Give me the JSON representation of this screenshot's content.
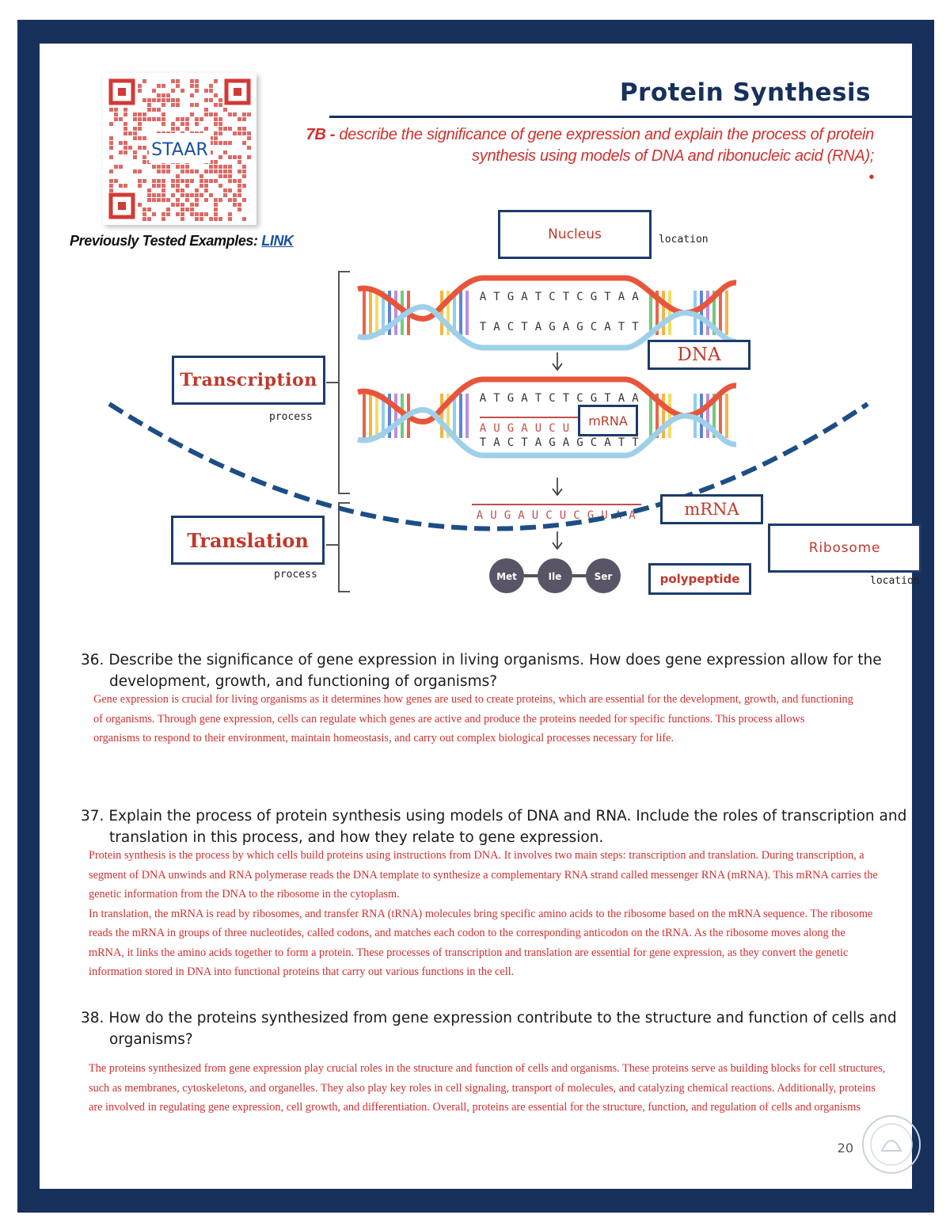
{
  "header": {
    "qr_label": "STAAR",
    "title": "Protein Synthesis",
    "standard_code": "7B -",
    "standard_text": "describe the significance of gene expression and explain the process of protein synthesis using models of DNA and ribonucleic acid (RNA);",
    "standard_tail": "•",
    "previously_tested_label": "Previously Tested Examples:",
    "previously_tested_link": "LINK"
  },
  "diagram": {
    "nucleus_label": "Nucleus",
    "nucleus_caption": "location",
    "dna_label": "DNA",
    "transcription_label": "Transcription",
    "transcription_caption": "process",
    "mrna_label_1": "mRNA",
    "mrna_label_2": "mRNA",
    "translation_label": "Translation",
    "translation_caption": "process",
    "ribosome_label": "Ribosome",
    "ribosome_caption": "location",
    "polypeptide_label": "polypeptide",
    "top_strand": [
      "A",
      "T",
      "G",
      "A",
      "T",
      "C",
      "T",
      "C",
      "G",
      "T",
      "A",
      "A"
    ],
    "bottom_strand": [
      "T",
      "A",
      "C",
      "T",
      "A",
      "G",
      "A",
      "G",
      "C",
      "A",
      "T",
      "T"
    ],
    "rna_partial": [
      "A",
      "U",
      "G",
      "A",
      "U",
      "C",
      "U"
    ],
    "rna_full": [
      "A",
      "U",
      "G",
      "A",
      "U",
      "C",
      "U",
      "C",
      "G",
      "U",
      "A",
      "A"
    ],
    "amino_acids": [
      "Met",
      "Ile",
      "Ser"
    ]
  },
  "questions": [
    {
      "number": "36.",
      "text": "Describe the significance of gene expression in living organisms. How does gene expression allow for the development, growth, and functioning of organisms?",
      "answer": [
        "Gene expression is crucial for living organisms as it determines how genes are used to create proteins, which are essential for the development, growth, and functioning of organisms. Through gene expression, cells can regulate which genes are active and produce the proteins needed for specific functions. This process allows organisms to respond to their environment, maintain homeostasis, and carry out complex biological processes necessary for life."
      ]
    },
    {
      "number": "37.",
      "text": "Explain the process of protein synthesis using models of DNA and RNA. Include the roles of transcription and translation in this process, and how they relate to gene expression.",
      "answer": [
        "Protein synthesis is the process by which cells build proteins using instructions from DNA. It involves two main steps: transcription and translation. During transcription, a segment of DNA unwinds and RNA polymerase reads the DNA template to synthesize a complementary RNA strand called messenger RNA (mRNA). This mRNA carries the genetic information from the DNA to the ribosome in the cytoplasm.",
        "In translation, the mRNA is read by ribosomes, and transfer RNA (tRNA) molecules bring specific amino acids to the ribosome based on the mRNA sequence. The ribosome reads the mRNA in groups of three nucleotides, called codons, and matches each codon to the corresponding anticodon on the tRNA. As the ribosome moves along the mRNA, it links the amino acids together to form a protein. These processes of transcription and translation are essential for gene expression, as they convert the genetic information stored in DNA into functional proteins that carry out various functions in the cell."
      ]
    },
    {
      "number": "38.",
      "text": "How do the proteins synthesized from gene expression contribute to the structure and function of cells and organisms?",
      "answer": [
        "The proteins synthesized from gene expression play crucial roles in the structure and function of cells and organisms. These proteins serve as building blocks for cell structures, such as membranes, cytoskeletons, and organelles. They also play key roles in cell signaling, transport of molecules, and catalyzing chemical reactions. Additionally, proteins are involved in regulating gene expression, cell growth, and differentiation. Overall, proteins are essential for the structure, function, and regulation of cells and organisms"
      ]
    }
  ],
  "page_number": "20",
  "colors": {
    "navy": "#17305c",
    "red": "#d32f2f",
    "qr_red": "#d9534f"
  }
}
